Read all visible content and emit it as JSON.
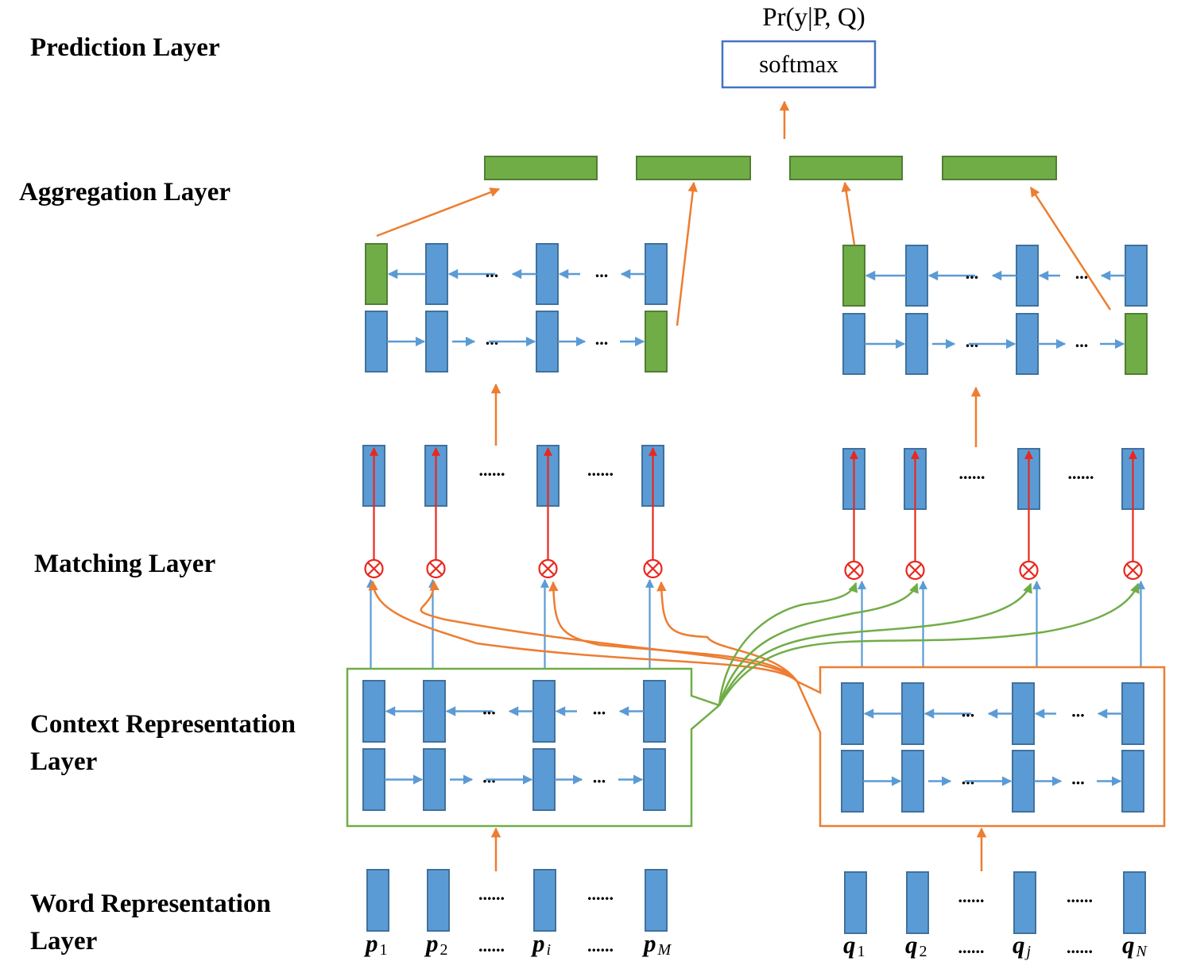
{
  "colors": {
    "blue_fill": "#5b9bd5",
    "blue_stroke": "#41719c",
    "green_fill": "#70ad47",
    "green_stroke": "#507e32",
    "orange": "#ed7d31",
    "red": "#e8281e",
    "blue_arrow": "#5b9bd5",
    "softmax_border": "#4472c4"
  },
  "layers": {
    "prediction": "Prediction Layer",
    "aggregation": "Aggregation Layer",
    "matching": "Matching Layer",
    "context_line1": "Context Representation",
    "context_line2": "Layer",
    "word_line1": "Word Representation",
    "word_line2": "Layer"
  },
  "prediction": {
    "output_label": "Pr(y|P, Q)",
    "softmax_label": "softmax"
  },
  "ellipsis": {
    "short": "...",
    "long": "......"
  },
  "tokens": {
    "passage": [
      {
        "base": "p",
        "sub": "1",
        "sub_italic": false
      },
      {
        "base": "p",
        "sub": "2",
        "sub_italic": false
      },
      {
        "base": "p",
        "sub": "i",
        "sub_italic": true
      },
      {
        "base": "p",
        "sub": "M",
        "sub_italic": true
      }
    ],
    "question": [
      {
        "base": "q",
        "sub": "1",
        "sub_italic": false
      },
      {
        "base": "q",
        "sub": "2",
        "sub_italic": false
      },
      {
        "base": "q",
        "sub": "j",
        "sub_italic": true
      },
      {
        "base": "q",
        "sub": "N",
        "sub_italic": true
      }
    ]
  },
  "structure": {
    "aggregation_vectors": 4,
    "bilstm_nodes_per_side": 4,
    "matching_ops_per_side": 4,
    "matching_operator": "⊗"
  }
}
